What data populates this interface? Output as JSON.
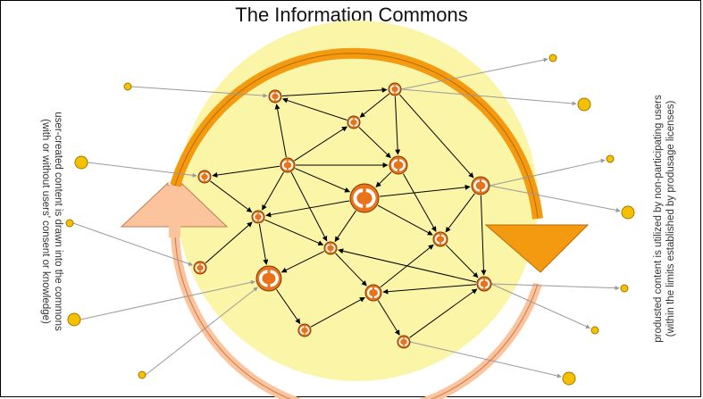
{
  "title": "The Information Commons",
  "left_caption": {
    "line1": "user-created content is drawn into the commons",
    "line2": "(with or without users' consent or knowledge)"
  },
  "right_caption": {
    "line1": "produsted content is utilized by non-participating users",
    "line2": "(within the limits established by produsage licenses)"
  },
  "colors": {
    "commons_fill": "#fbf5a8",
    "arrow_orange": "#f39a10",
    "arrow_peach": "#fbc49c",
    "node_orange": "#e8731a",
    "user_dot": "#f5c000"
  }
}
